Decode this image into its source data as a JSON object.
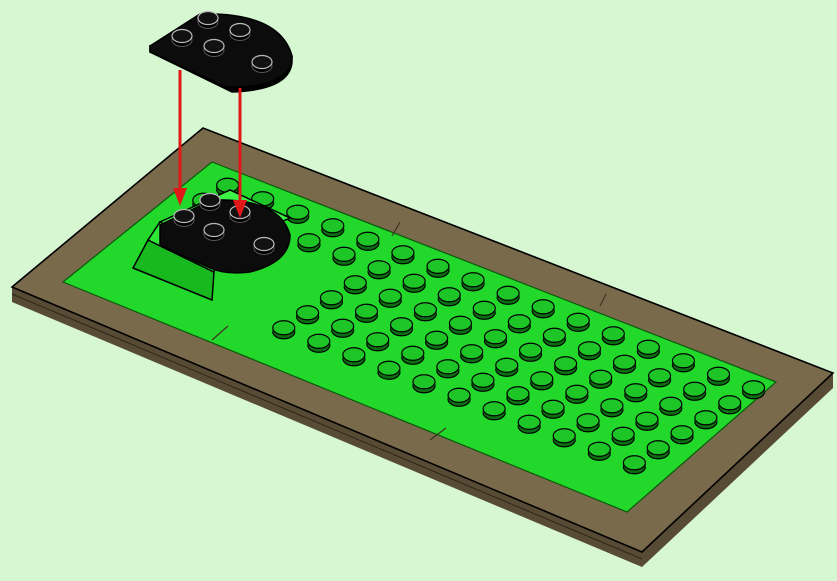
{
  "scene": {
    "kind": "building-instruction-step",
    "background_color": "#d6f7d2",
    "base_frame_color": "#7a6a4c",
    "base_frame_dark": "#574b35",
    "base_plate_color": "#22d82a",
    "stud_color": "#1ec526",
    "part_color": "#0c0c0c",
    "arrow_color": "#e01818",
    "grid_columns": 16,
    "grid_rows": 6,
    "parts": [
      {
        "name": "black-round-plate",
        "studs": 5,
        "state": "being placed"
      },
      {
        "name": "green-slope-brick",
        "studs": 0,
        "state": "placed"
      }
    ],
    "arrows": 2
  }
}
